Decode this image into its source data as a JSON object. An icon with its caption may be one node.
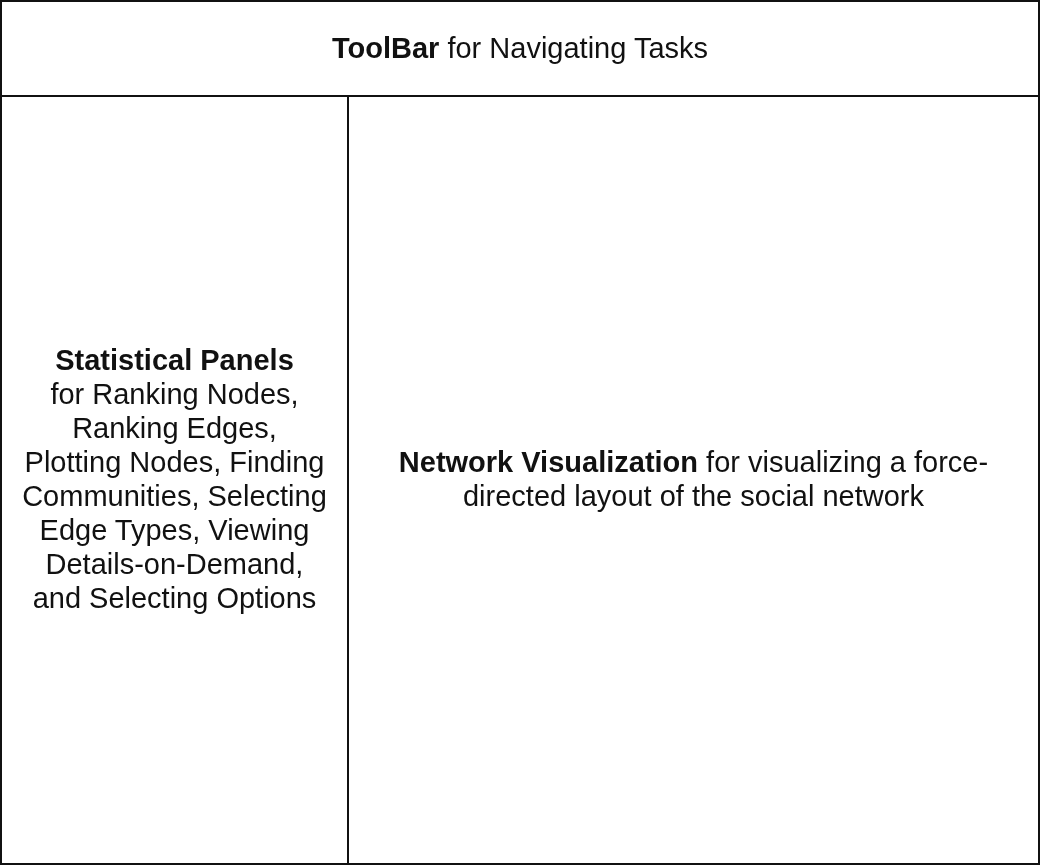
{
  "diagram": {
    "nodes": [
      {
        "text": [
          "**ToolBar** for Navigating Tasks"
        ]
      },
      {
        "text": [
          "Statistical Panels",
          "for Ranking Nodes, Ranking Edges, Plotting Nodes, Finding Communities, Selecting Edge Types, Viewing Details-on-Demand, and Selecting Options"
        ]
      },
      {
        "text": [
          "**Network Visualization** for visualizing a force-directed layout of the social network"
        ]
      }
    ]
  }
}
